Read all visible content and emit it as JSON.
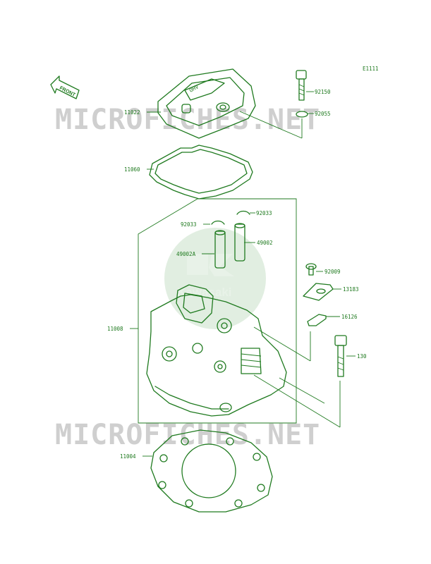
{
  "diagram": {
    "code": "E1111",
    "front_label": "FRONT",
    "valve_cover_emboss": "OHV",
    "watermark": "MICROFICHES.NET",
    "logo_text": "Kawasaki",
    "parts": {
      "p92150": "92150",
      "p92055": "92055",
      "p11022": "11022",
      "p11060": "11060",
      "p92033a": "92033",
      "p92033b": "92033",
      "p49002": "49002",
      "p49002a": "49002A",
      "p92009": "92009",
      "p13183": "13183",
      "p16126": "16126",
      "p11008": "11008",
      "p130": "130",
      "p11004": "11004"
    }
  },
  "colors": {
    "line": "#1f7a1f",
    "watermark": "#cfcfcf",
    "logo": "#c8e0c8"
  }
}
